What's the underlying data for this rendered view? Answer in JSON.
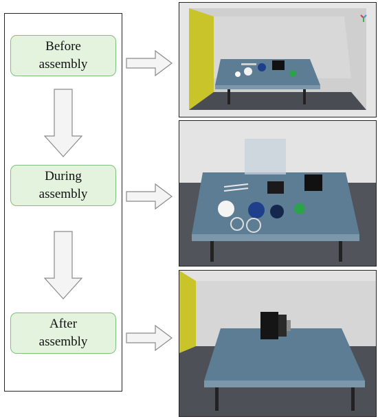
{
  "stages": [
    {
      "label": "Before\nassembly"
    },
    {
      "label": "During\nassembly"
    },
    {
      "label": "After\nassembly"
    }
  ],
  "colors": {
    "stage_fill": "#e3f3de",
    "stage_border": "#7fc07a",
    "arrow_fill": "#f4f4f4",
    "arrow_stroke": "#8a8a8a",
    "wall_yellow": "#c9c42a",
    "table_blue": "#5d7d94",
    "floor": "#4a4c54"
  },
  "icons": [
    "gizmo-icon"
  ]
}
